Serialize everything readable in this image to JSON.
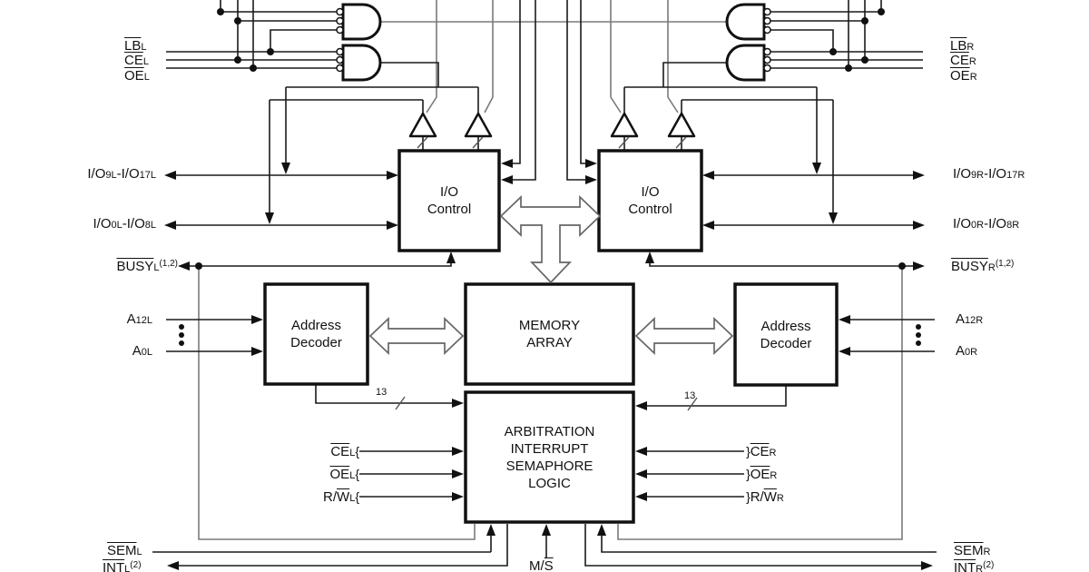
{
  "diagram": {
    "title_hint": "dual-port SRAM functional block diagram",
    "colors": {
      "background": "#ffffff",
      "line_black": "#1a1a1a",
      "line_gray": "#7a7a7a",
      "block_border": "#111111"
    },
    "blocks": {
      "io_control_left": {
        "line1": "I/O",
        "line2": "Control"
      },
      "io_control_right": {
        "line1": "I/O",
        "line2": "Control"
      },
      "address_decoder_left": {
        "line1": "Address",
        "line2": "Decoder"
      },
      "address_decoder_right": {
        "line1": "Address",
        "line2": "Decoder"
      },
      "memory_array": {
        "line1": "MEMORY",
        "line2": "ARRAY"
      },
      "arbitration": {
        "line1": "ARBITRATION",
        "line2": "INTERRUPT",
        "line3": "SEMAPHORE",
        "line4": "LOGIC"
      }
    },
    "labels": {
      "lb_l": {
        "ov": "LB",
        "sub": "L"
      },
      "ce_l": {
        "ov": "CE",
        "sub": "L"
      },
      "oe_l": {
        "ov": "OE",
        "sub": "L"
      },
      "lb_r": {
        "ov": "LB",
        "sub": "R"
      },
      "ce_r": {
        "ov": "CE",
        "sub": "R"
      },
      "oe_r": {
        "ov": "OE",
        "sub": "R"
      },
      "io_upper_l": {
        "t1": "I/O",
        "s1": "9L",
        "t2": "-I/O",
        "s2": "17L"
      },
      "io_lower_l": {
        "t1": "I/O",
        "s1": "0L",
        "t2": "-I/O",
        "s2": "8L"
      },
      "io_upper_r": {
        "t1": "I/O",
        "s1": "9R",
        "t2": "-I/O",
        "s2": "17R"
      },
      "io_lower_r": {
        "t1": "I/O",
        "s1": "0R",
        "t2": "-I/O",
        "s2": "8R"
      },
      "busy_l": {
        "ov": "BUSY",
        "sub": "L",
        "sup": "(1,2)"
      },
      "busy_r": {
        "ov": "BUSY",
        "sub": "R",
        "sup": "(1,2)"
      },
      "a_high_l": {
        "t": "A",
        "sub": "12L"
      },
      "a_low_l": {
        "t": "A",
        "sub": "0L"
      },
      "a_high_r": {
        "t": "A",
        "sub": "12R"
      },
      "a_low_r": {
        "t": "A",
        "sub": "0R"
      },
      "bus_width_l": "13",
      "bus_width_r": "13",
      "arb_ce_l": {
        "ov": "CE",
        "sub": "L"
      },
      "arb_oe_l": {
        "ov": "OE",
        "sub": "L"
      },
      "arb_rw_l": {
        "t": "R/",
        "ov": "W",
        "sub": "L"
      },
      "arb_ce_r": {
        "ov": "CE",
        "sub": "R"
      },
      "arb_oe_r": {
        "ov": "OE",
        "sub": "R"
      },
      "arb_rw_r": {
        "t": "R/",
        "ov": "W",
        "sub": "R"
      },
      "sem_l": {
        "ov": "SEM",
        "sub": "L"
      },
      "sem_r": {
        "ov": "SEM",
        "sub": "R"
      },
      "int_l": {
        "ov": "INT",
        "sub": "L",
        "sup": "(2)"
      },
      "int_r": {
        "ov": "INT",
        "sub": "R",
        "sup": "(2)"
      },
      "ms": {
        "t": "M/",
        "ov": "S"
      },
      "brace": "{"
    }
  }
}
